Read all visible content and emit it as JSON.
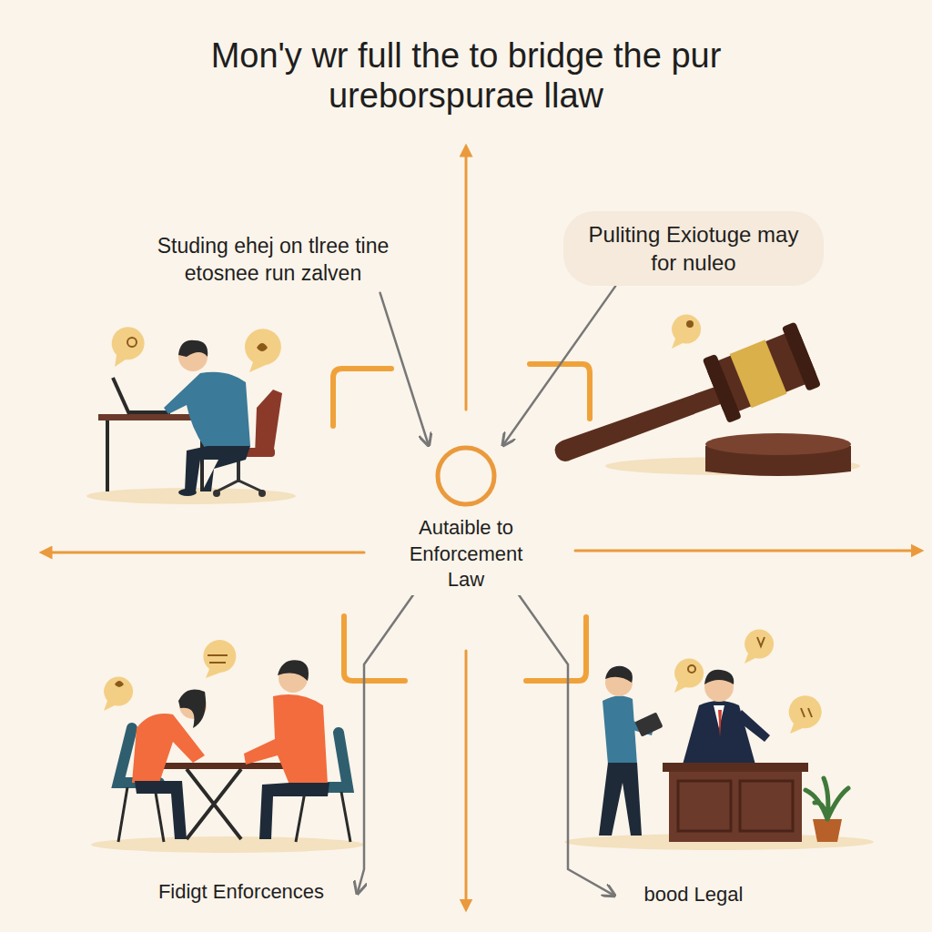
{
  "diagram": {
    "title": "Mon'y wr full the to bridge the pur ureborspurae llaw",
    "nodes": [
      {
        "text": [
          "Studing ehej on tlree tine etosnee run zalven"
        ]
      },
      {
        "text": [
          "Puliting Exiotuge may for nuleo"
        ]
      },
      {
        "text": [
          "Autaible to Enforcement Law"
        ]
      },
      {
        "text": [
          "Fidigt Enforcences"
        ]
      },
      {
        "text": [
          "bood Legal"
        ]
      }
    ],
    "edges": [
      {
        "from": 0,
        "to": 2,
        "arrow": "to"
      },
      {
        "from": 1,
        "to": 2,
        "arrow": "to"
      },
      {
        "from": 2,
        "to": 3,
        "arrow": "to"
      },
      {
        "from": 2,
        "to": 4,
        "arrow": "to"
      }
    ]
  }
}
